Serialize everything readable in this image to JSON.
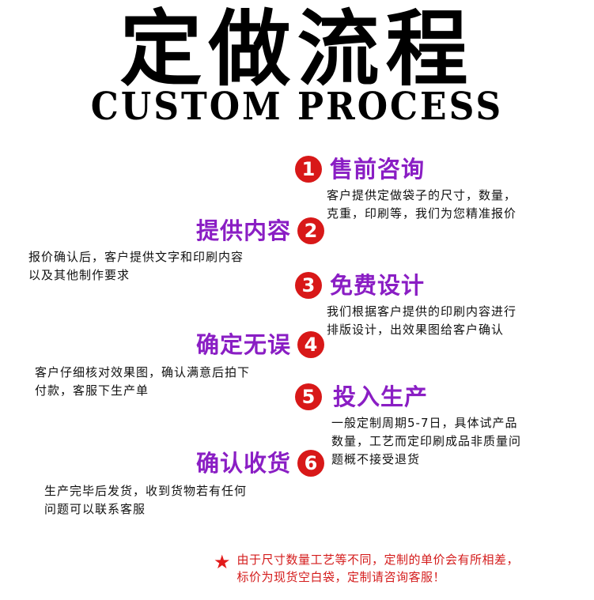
{
  "header": {
    "title_cn": "定做流程",
    "title_en": "CUSTOM PROCESS"
  },
  "steps": [
    {
      "number": "1",
      "label": "售前咨询",
      "desc_lines": [
        "客户提供定做袋子的尺寸，数量，",
        "克重，印刷等，我们为您精准报价"
      ]
    },
    {
      "number": "2",
      "label": "提供内容",
      "desc_lines": [
        "报价确认后，客户提供文字和印刷内容",
        "以及其他制作要求"
      ]
    },
    {
      "number": "3",
      "label": "免费设计",
      "desc_lines": [
        "我们根据客户提供的印刷内容进行",
        "排版设计，出效果图给客户确认"
      ]
    },
    {
      "number": "4",
      "label": "确定无误",
      "desc_lines": [
        "客户仔细核对效果图，确认满意后拍下",
        "付款，客服下生产单"
      ]
    },
    {
      "number": "5",
      "label": "投入生产",
      "desc_lines": [
        "一般定制周期5-7日，具体试产品",
        "数量，工艺而定印刷成品非质量问",
        "题概不接受退货"
      ]
    },
    {
      "number": "6",
      "label": "确认收货",
      "desc_lines": [
        "生产完毕后发货，收到货物若有任何",
        "问题可以联系客服"
      ]
    }
  ],
  "note": {
    "star_icon": "star-icon",
    "lines": [
      "由于尺寸数量工艺等不同，定制的单价会有所相差，",
      "标价为现货空白袋，定制请咨询客服！"
    ]
  },
  "colors": {
    "accent_purple": "#8a1ec4",
    "badge_red": "#d81818",
    "note_red": "#d41c1c"
  }
}
